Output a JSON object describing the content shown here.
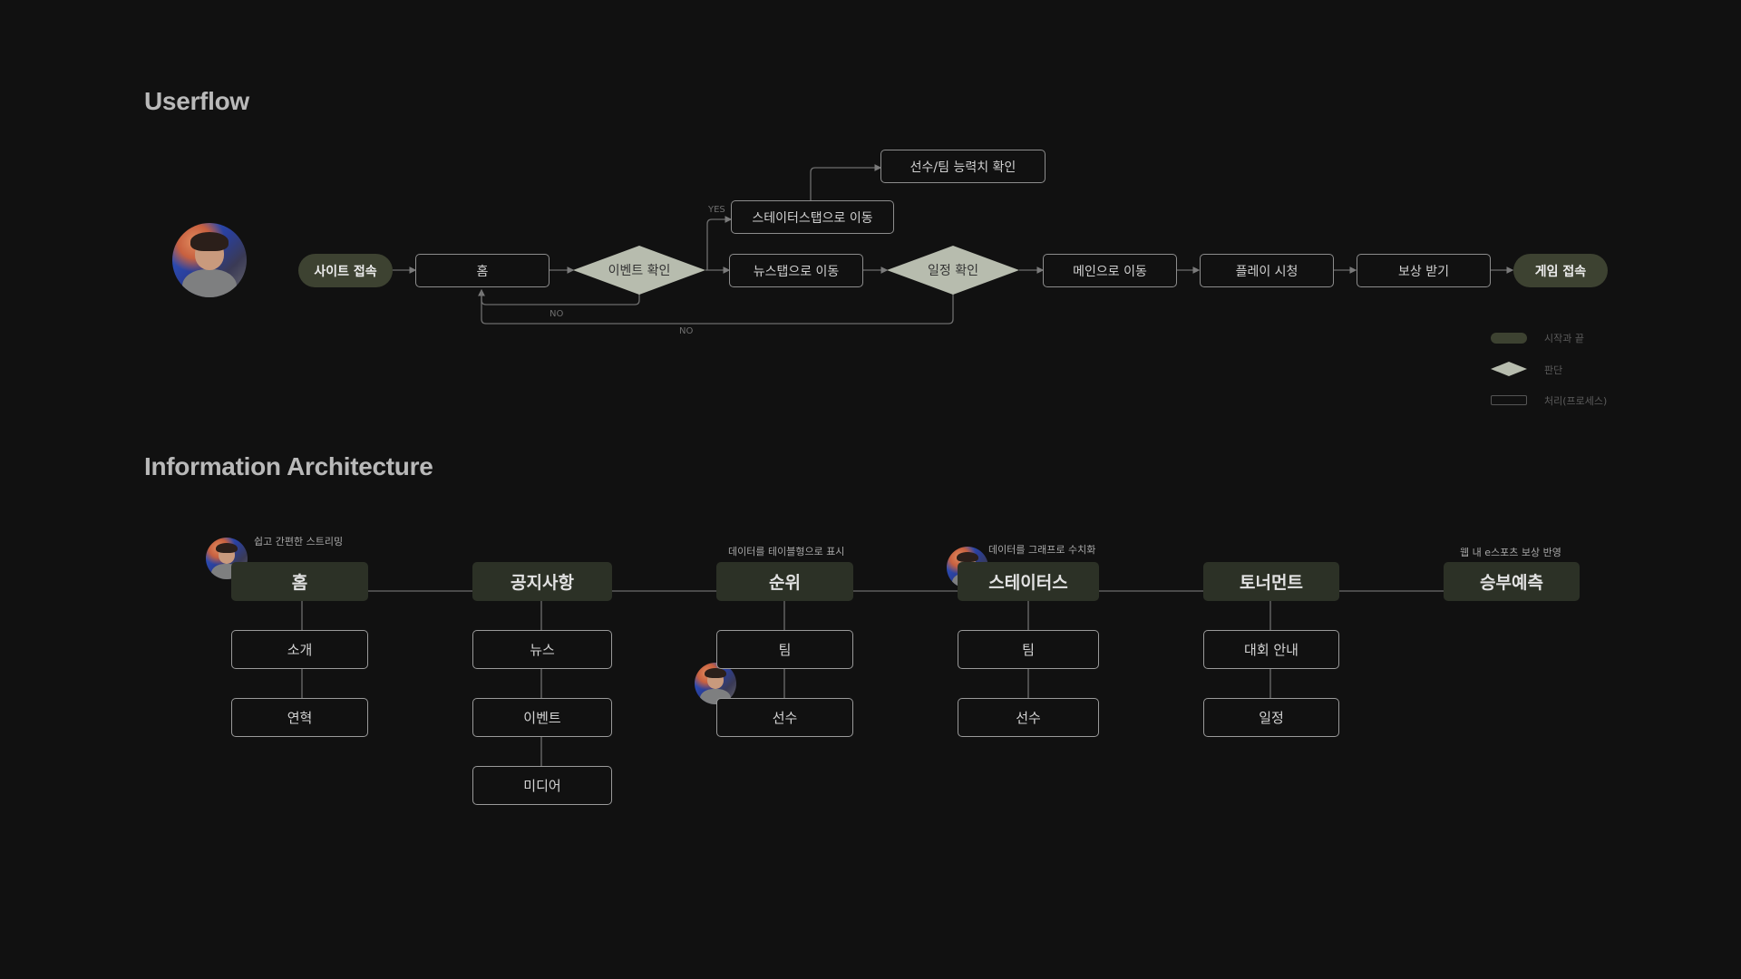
{
  "userflow": {
    "title": "Userflow",
    "nodes": {
      "site_access": "사이트 접속",
      "home": "홈",
      "event_check": "이벤트 확인",
      "stats_tab": "스테이터스탭으로 이동",
      "player_team_check": "선수/팀 능력치 확인",
      "news_tab": "뉴스탭으로 이동",
      "schedule_check": "일정 확인",
      "to_main": "메인으로 이동",
      "watch_play": "플레이 시청",
      "get_reward": "보상 받기",
      "game_access": "게임 접속"
    },
    "edge_labels": {
      "yes": "YES",
      "no1": "NO",
      "no2": "NO"
    },
    "legend": {
      "start_end": "시작과 끝",
      "decision": "판단",
      "process": "처리(프로세스)"
    }
  },
  "ia": {
    "title": "Information Architecture",
    "categories": [
      {
        "label": "홈",
        "note": "쉽고 간편한 스트리밍",
        "children": [
          "소개",
          "연혁"
        ]
      },
      {
        "label": "공지사항",
        "note": "",
        "children": [
          "뉴스",
          "이벤트",
          "미디어"
        ]
      },
      {
        "label": "순위",
        "note": "데이터를 테이블형으로 표시",
        "children": [
          "팀",
          "선수"
        ]
      },
      {
        "label": "스테이터스",
        "note": "데이터를 그래프로 수치화",
        "children": [
          "팀",
          "선수"
        ]
      },
      {
        "label": "토너먼트",
        "note": "",
        "children": [
          "대회 안내",
          "일정"
        ]
      },
      {
        "label": "승부예측",
        "note": "웹 내 e스포츠 보상 반영",
        "children": []
      }
    ]
  },
  "colors": {
    "background": "#111111",
    "terminal": "#3d4231",
    "decision": "#b7bcae",
    "category": "#2c3126",
    "border": "#8d8d8d"
  }
}
